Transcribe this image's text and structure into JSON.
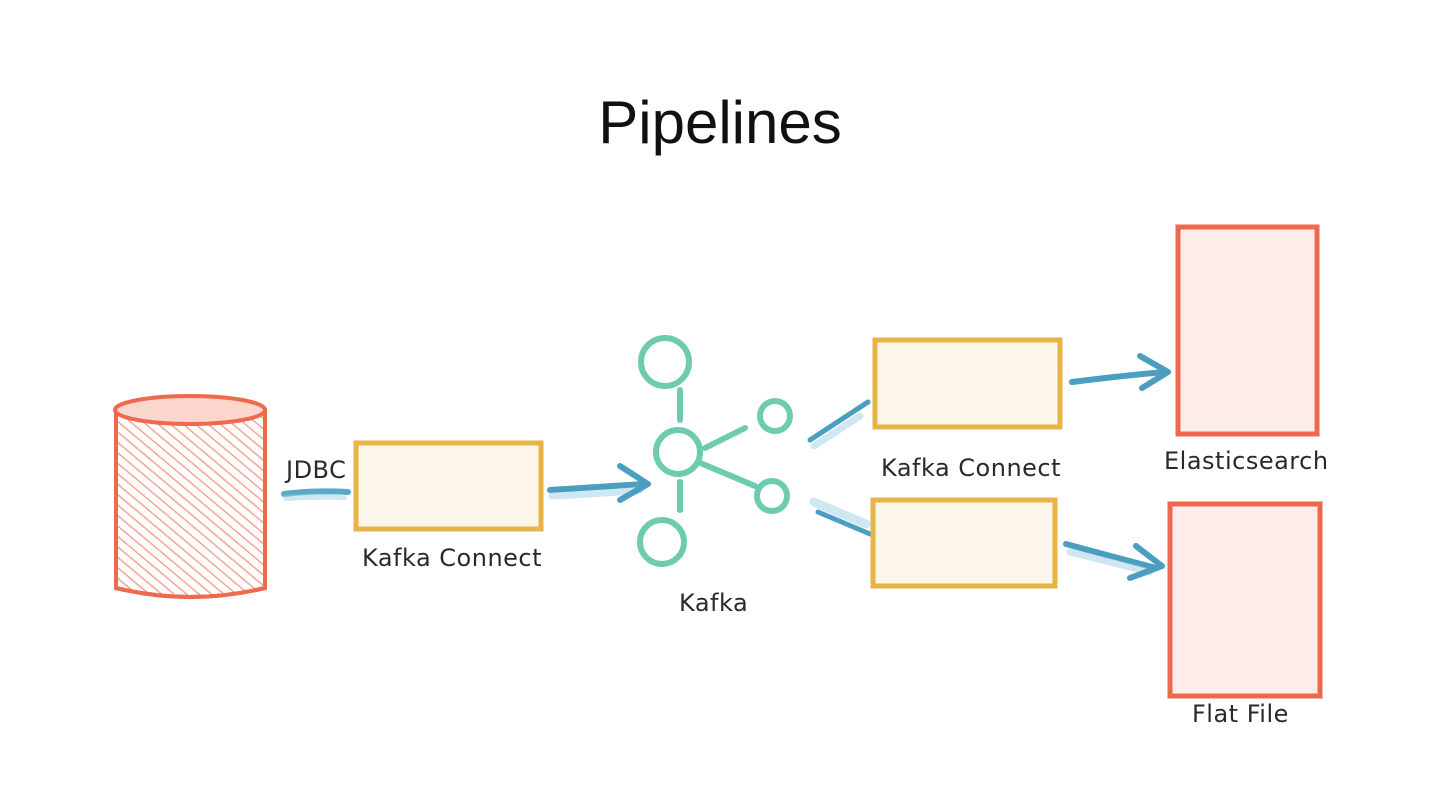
{
  "title": "Pipelines",
  "colors": {
    "database_stroke": "#ee6a4e",
    "database_fill": "#f7b3a4",
    "connector_stroke": "#e8b445",
    "connector_fill": "#fdf6ea",
    "kafka": "#6fcbb0",
    "arrow": "#4a9ec0",
    "sink_stroke": "#ee6a4e",
    "sink_fill": "#fdecea"
  },
  "nodes": {
    "source_database": {
      "label": ""
    },
    "jdbc_label": "JDBC",
    "source_connector": {
      "label": "Kafka Connect"
    },
    "kafka": {
      "label": "Kafka"
    },
    "sink_connector_top": {
      "label": "Kafka Connect"
    },
    "sink_connector_bottom": {
      "label": ""
    },
    "elasticsearch": {
      "label": "Elasticsearch"
    },
    "flat_file": {
      "label": "Flat File"
    }
  }
}
